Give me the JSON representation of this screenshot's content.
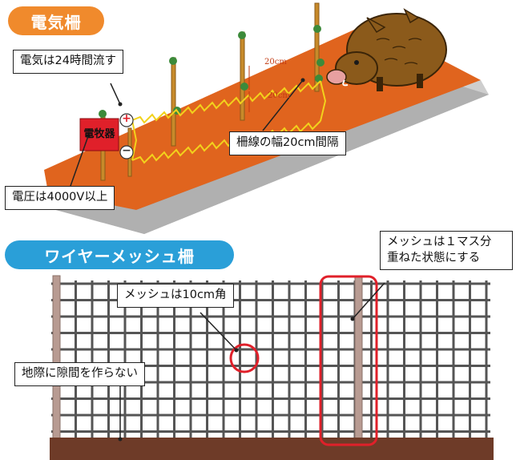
{
  "sections": {
    "electric": {
      "title": "電気柵",
      "accent": "#f08a2c",
      "device_label": "電牧器",
      "plus_symbol": "+",
      "minus_symbol": "−",
      "spacing_marks": [
        "20cm",
        "20cm"
      ],
      "callouts": {
        "hours": "電気は24時間流す",
        "voltage": "電圧は4000V以上",
        "wire_spacing": "柵線の幅20cm間隔"
      }
    },
    "mesh": {
      "title": "ワイヤーメッシュ柵",
      "accent": "#2a9fd8",
      "callouts": {
        "cell": "メッシュは10cm角",
        "ground": "地際に隙間を作らない",
        "overlap_line1": "メッシュは１マス分",
        "overlap_line2": "重ねた状態にする"
      }
    }
  },
  "colors": {
    "field_orange": "#e0641e",
    "wire_yellow": "#f2d21c",
    "device_red": "#e0202a",
    "ground_brown": "#6e3b28",
    "grid_dark": "#555555",
    "post_gray": "#b89b92",
    "highlight_red": "#e0202a"
  },
  "icons": [
    "boar-icon",
    "electric-fence-device-icon",
    "insulator-icon"
  ]
}
